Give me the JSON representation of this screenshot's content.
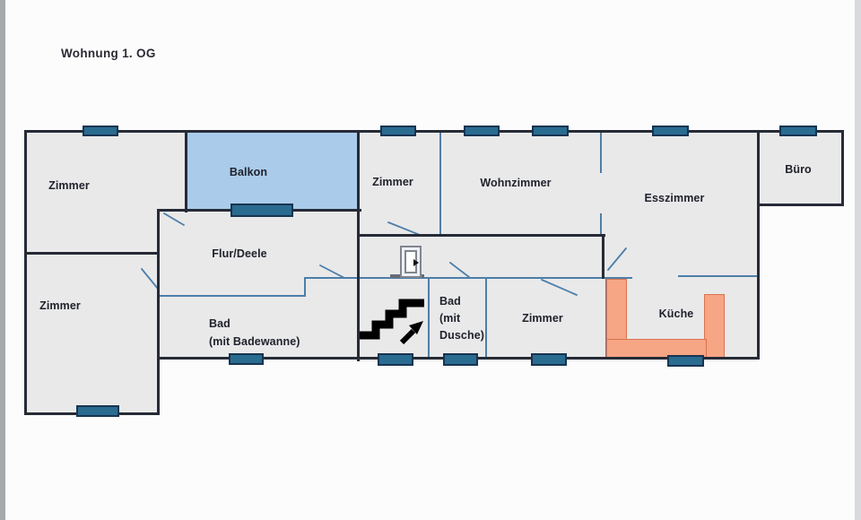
{
  "title": "Wohnung 1. OG",
  "rooms": {
    "zimmer_top_left": {
      "label": "Zimmer"
    },
    "balkon": {
      "label": "Balkon"
    },
    "zimmer_bottom_left": {
      "label": "Zimmer"
    },
    "flur": {
      "label": "Flur/Deele"
    },
    "bad_badewanne": {
      "line1": "Bad",
      "line2": "(mit Badewanne)"
    },
    "zimmer_middle": {
      "label": "Zimmer"
    },
    "wohnzimmer": {
      "label": "Wohnzimmer"
    },
    "esszimmer": {
      "label": "Esszimmer"
    },
    "buero": {
      "label": "Büro"
    },
    "bad_dusche": {
      "line1": "Bad",
      "line2": "(mit",
      "line3": "Dusche)"
    },
    "zimmer_bottom_middle": {
      "label": "Zimmer"
    },
    "kueche": {
      "label": "Küche"
    }
  },
  "colors": {
    "room_fill": "#e9e9ea",
    "balcony_fill": "#aacbea",
    "wall_dark": "#262b36",
    "wall_blue": "#4d7ea8",
    "window_fill": "#2a6b90",
    "window_border": "#173450",
    "counter_fill": "#f6a585",
    "counter_border": "#da7450",
    "text": "#20222c",
    "background": "#fcfcfd"
  }
}
